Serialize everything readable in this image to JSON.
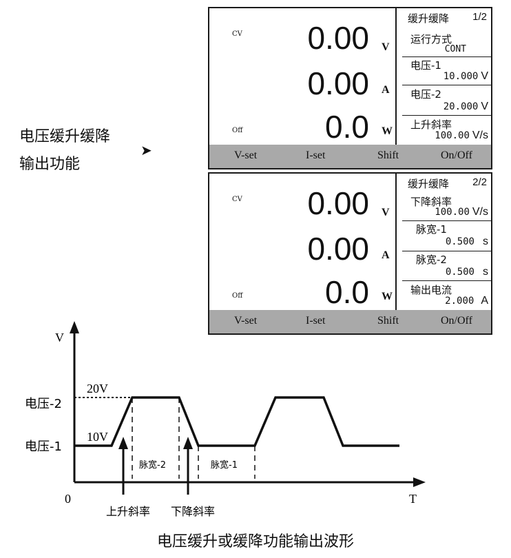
{
  "side": {
    "line1": "电压缓升缓降",
    "line2": "输出功能",
    "arrow": "➤"
  },
  "screens": [
    {
      "mode_top": "CV",
      "mode_bottom": "Off",
      "voltage": "0.00",
      "current": "0.00",
      "power": "0.0",
      "unit_v": "V",
      "unit_a": "A",
      "unit_w": "W",
      "panel_title": "缓升缓降",
      "page": "1/2",
      "items": [
        {
          "label": "运行方式",
          "value": "CONT",
          "unit": ""
        },
        {
          "label": "电压-1",
          "value": "10.000",
          "unit": "V"
        },
        {
          "label": "电压-2",
          "value": "20.000",
          "unit": "V"
        },
        {
          "label": "上升斜率",
          "value": "100.00",
          "unit": "V/s"
        }
      ],
      "buttons": [
        "V-set",
        "I-set",
        "Shift",
        "On/Off"
      ]
    },
    {
      "mode_top": "CV",
      "mode_bottom": "Off",
      "voltage": "0.00",
      "current": "0.00",
      "power": "0.0",
      "unit_v": "V",
      "unit_a": "A",
      "unit_w": "W",
      "panel_title": "缓升缓降",
      "page": "2/2",
      "items": [
        {
          "label": "下降斜率",
          "value": "100.00",
          "unit": "V/s"
        },
        {
          "label": "脉宽-1",
          "value": "0.500",
          "unit": "s"
        },
        {
          "label": "脉宽-2",
          "value": "0.500",
          "unit": "s"
        },
        {
          "label": "输出电流",
          "value": "2.000",
          "unit": "A"
        }
      ],
      "buttons": [
        "V-set",
        "I-set",
        "Shift",
        "On/Off"
      ]
    }
  ],
  "waveform": {
    "y_axis": "V",
    "x_axis": "T",
    "origin": "0",
    "level_high_label": "电压-2",
    "level_low_label": "电压-1",
    "high_value": "20V",
    "low_value": "10V",
    "pulse2_label": "脉宽-2",
    "pulse1_label": "脉宽-1",
    "rise_label": "上升斜率",
    "fall_label": "下降斜率"
  },
  "caption": "电压缓升或缓降功能输出波形"
}
